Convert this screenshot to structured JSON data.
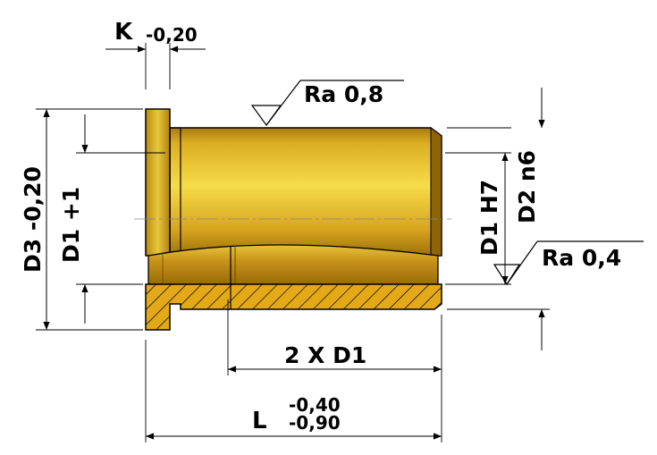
{
  "labels": {
    "k_letter": "K",
    "k_tol": "-0,20",
    "ra_top": "Ra 0,8",
    "ra_right": "Ra 0,4",
    "d3": "D3 -0,20",
    "d1_plus": "D1 +1",
    "d1_h7": "D1  H7",
    "d2_n6": "D2 n6",
    "two_x_d1": "2 X D1",
    "l_letter": "L",
    "l_tol_upper": "-0,40",
    "l_tol_lower": "-0,90"
  },
  "colors": {
    "brass_light": "#f2d43a",
    "brass_mid": "#d9a81e",
    "brass_dark": "#9a6f0c",
    "hatch": "#e0a617",
    "line": "#000000"
  }
}
